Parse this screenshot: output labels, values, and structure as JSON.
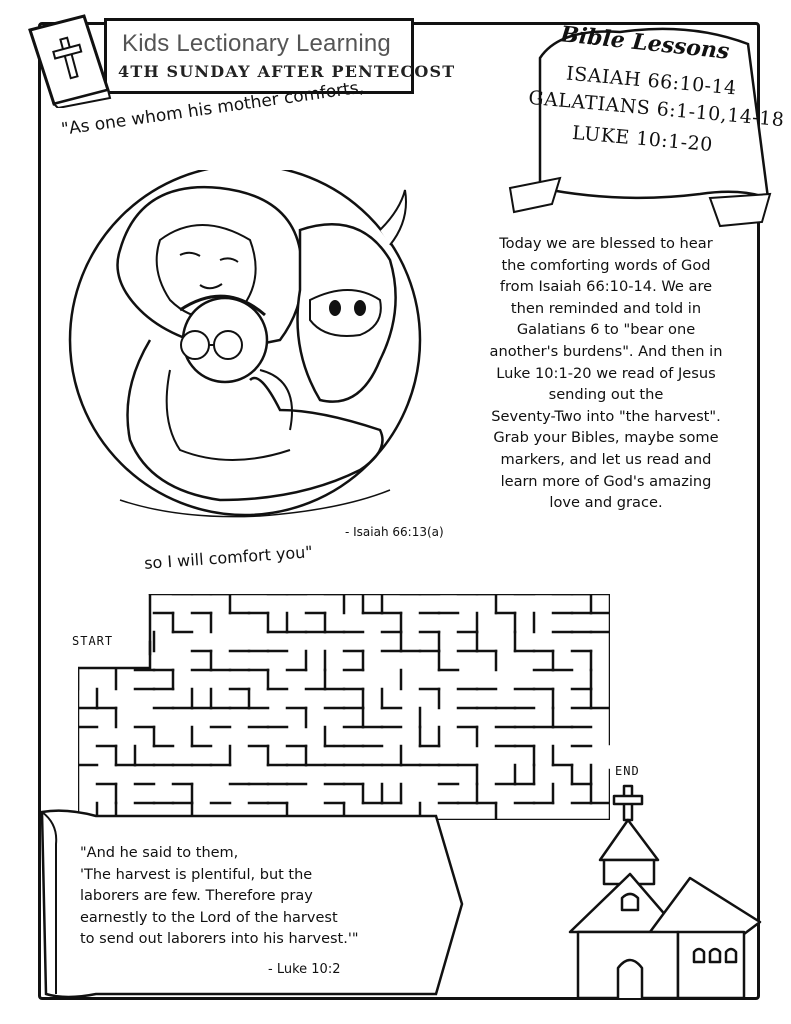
{
  "header": {
    "title": "Kids Lectionary Learning",
    "subtitle": "4TH SUNDAY AFTER PENTECOST"
  },
  "lessons": {
    "title": "Bible Lessons",
    "items": [
      "ISAIAH 66:10-14",
      "GALATIANS 6:1-10,14-18",
      "LUKE 10:1-20"
    ]
  },
  "illustration": {
    "quote_top": "\"As one whom his mother comforts,",
    "quote_bottom": "so I will comfort you\"",
    "reference": "- Isaiah 66:13(a)"
  },
  "intro": {
    "lines": [
      "Today we are blessed to hear",
      "the comforting words of God",
      "from Isaiah 66:10-14. We are",
      "then reminded and told in",
      "Galatians 6 to \"bear one",
      "another's burdens\". And then in",
      "Luke 10:1-20 we read of Jesus",
      "sending out the",
      "Seventy-Two into \"the harvest\".",
      "Grab your Bibles, maybe some",
      "markers, and let us read and",
      "learn more of God's amazing",
      "love and grace."
    ]
  },
  "maze": {
    "start_label": "START",
    "end_label": "END"
  },
  "verse": {
    "lines": [
      "\"And he said to them,",
      "'The harvest is plentiful, but the",
      "laborers are few. Therefore pray",
      "earnestly to the Lord of the harvest",
      "to send out laborers into his harvest.'\""
    ],
    "reference": "- Luke 10:2"
  }
}
